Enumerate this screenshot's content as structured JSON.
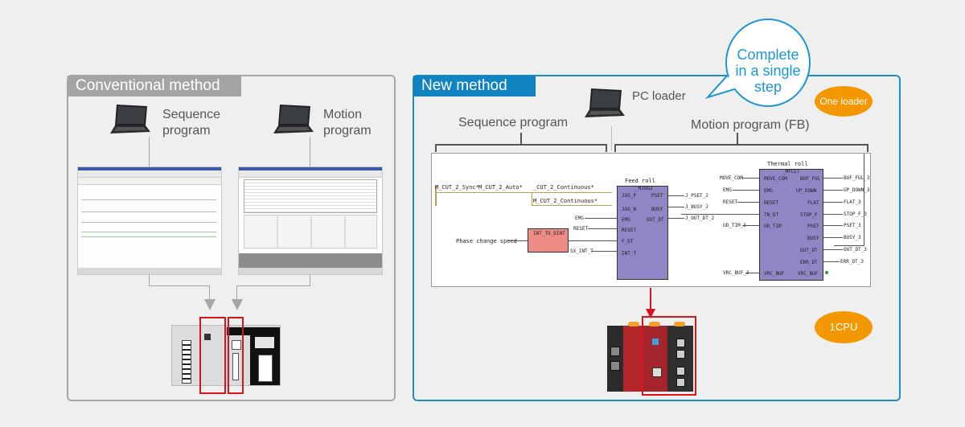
{
  "conventional": {
    "title": "Conventional method",
    "laptop_left_label_line1": "Sequence",
    "laptop_left_label_line2": "program",
    "laptop_right_label_line1": "Motion",
    "laptop_right_label_line2": "program"
  },
  "new_method": {
    "title": "New method",
    "pc_loader_label": "PC loader",
    "sequence_label": "Sequence program",
    "motion_label": "Motion program (FB)",
    "bubble_line1": "Complete",
    "bubble_line2": "in a single",
    "bubble_line3": "step",
    "one_loader_badge": "One loader",
    "cpu_badge": "1CPU"
  },
  "ladder": {
    "contact1": "M_CUT_2_Sync*",
    "contact2": "M_CUT_2_Auto*",
    "contact3": "_CUT_2_Continuous*",
    "contact4": "M_CUT_2_Continuous*",
    "phase_label": "Phase change speed",
    "conv_block": "INT_TO_DINT",
    "feed_roll": {
      "title": "Feed roll",
      "type": "_MJOG2",
      "inputs": [
        "JOG_P",
        "JOG_N",
        "EMG",
        "RESET",
        "F_DT",
        "INT_T"
      ],
      "outputs": [
        "PSET",
        "BUSY",
        "OUT_DT"
      ],
      "in_vars": [
        "EMG",
        "RESET",
        "SX_INT_T"
      ],
      "out_vars": [
        "J_PSET_2",
        "J_BUSY_2",
        "J_OUT_DT_2"
      ]
    },
    "thermal_roll": {
      "title": "Thermal roll",
      "type": "_MFLLT",
      "inputs": [
        "MOVE_COM",
        "EMG",
        "RESET",
        "TN_DT",
        "UD_TIM",
        "VRC_BUF"
      ],
      "outputs": [
        "BUF_FUL",
        "UP_DOWN",
        "FLAT",
        "STOP_F",
        "PSET",
        "BUSY",
        "OUT_DT",
        "ERR_DT",
        "VRC_BUF"
      ],
      "in_vars": [
        "MOVE_COM",
        "EMG",
        "RESET",
        "UD_TIM_3",
        "VRC_BUF_3"
      ],
      "out_vars": [
        "BUF_FUL_3",
        "UP_DOWN_3",
        "FLAT_3",
        "STOP_F_3",
        "PSET_3",
        "BUSY_3",
        "OUT_DT_3",
        "ERR_DT_3"
      ]
    }
  },
  "icons": {
    "laptop": "laptop-icon",
    "plc": "plc-hardware-image"
  },
  "colors": {
    "accent_blue": "#1183c0",
    "badge_orange": "#f39800",
    "highlight_red": "#d7141b",
    "fb_purple": "#8f86c6",
    "conversion_pink": "#f08c86"
  }
}
